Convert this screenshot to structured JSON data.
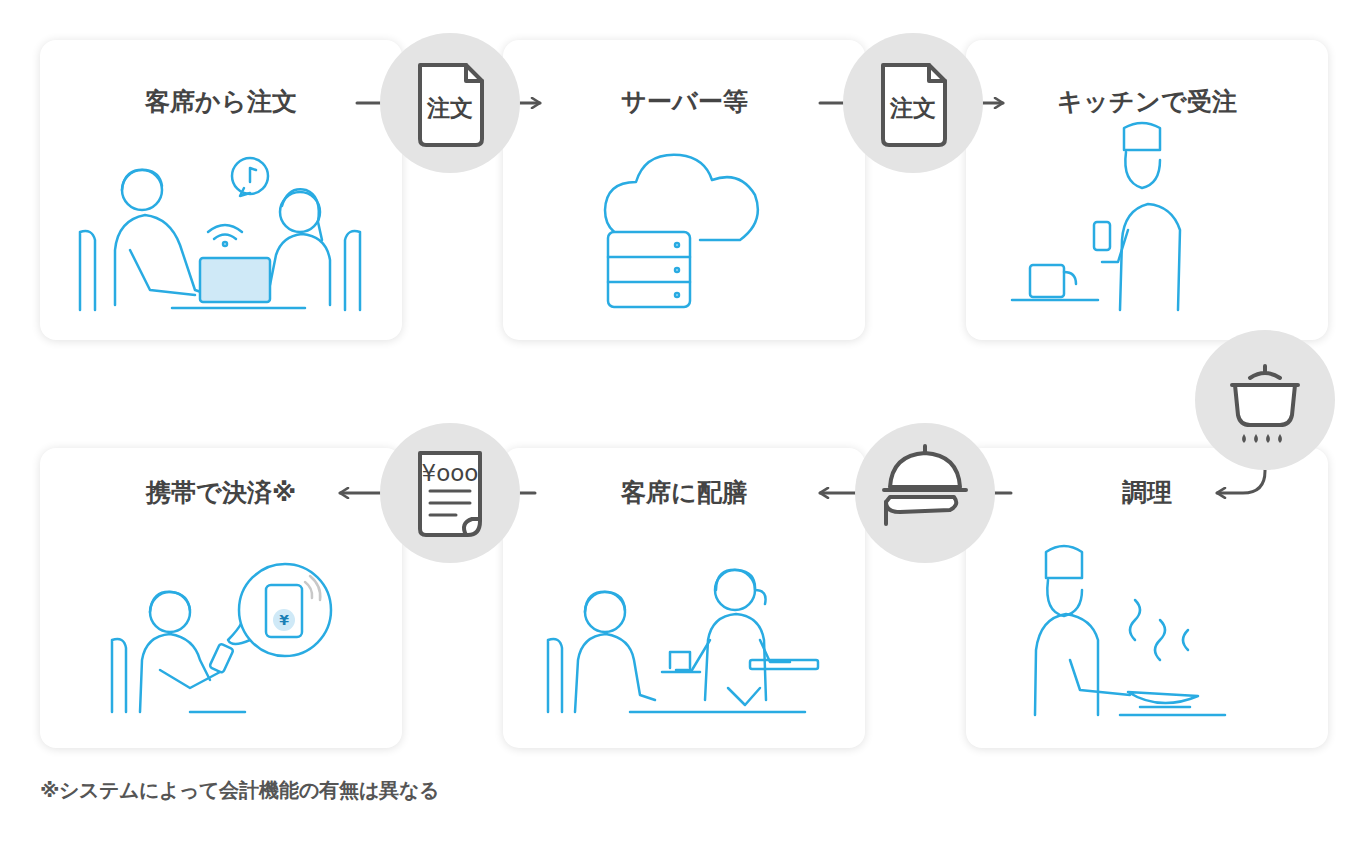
{
  "diagram": {
    "nodes": [
      {
        "text": [
          "客席から注文"
        ]
      },
      {
        "text": [
          "注文"
        ]
      },
      {
        "text": [
          "サーバー等"
        ]
      },
      {
        "text": [
          "注文"
        ]
      },
      {
        "text": [
          "キッチンで受注"
        ]
      },
      {
        "text": [
          "調理"
        ]
      },
      {
        "text": [
          "客席に配膳"
        ]
      },
      {
        "text": [
          "¥ooo"
        ]
      },
      {
        "text": [
          "携帯で決済※"
        ]
      }
    ],
    "edges": [
      {
        "from": 0,
        "to": 1,
        "arrow": "none"
      },
      {
        "from": 1,
        "to": 2,
        "arrow": "to"
      },
      {
        "from": 2,
        "to": 3,
        "arrow": "none"
      },
      {
        "from": 3,
        "to": 4,
        "arrow": "to"
      },
      {
        "from": 4,
        "to": 5,
        "arrow": "to"
      },
      {
        "from": 5,
        "to": 6,
        "arrow": "to"
      },
      {
        "from": 6,
        "to": 7,
        "arrow": "none"
      },
      {
        "from": 7,
        "to": 8,
        "arrow": "to"
      }
    ],
    "labels": [
      "¥",
      "※システムによって会計機能の有無は異なる"
    ]
  }
}
